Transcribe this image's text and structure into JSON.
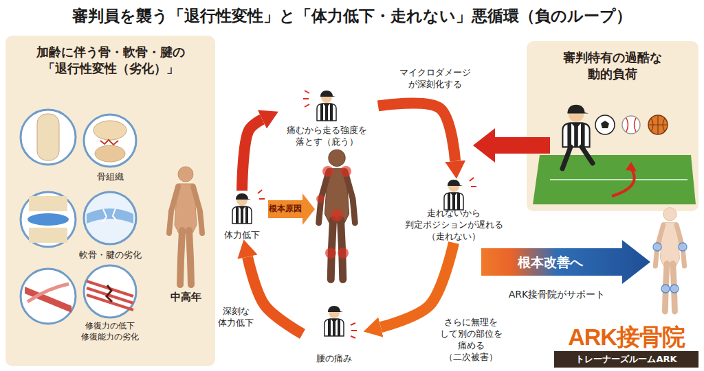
{
  "diagram": {
    "title": "審判員を襲う「退行性変性」と「体力低下・走れない」悪循環（負のループ）",
    "nodes": [
      {
        "text": [
          "加齢に伴う骨・軟骨・腱の「退行性変性（劣化）」"
        ]
      },
      {
        "text": [
          "痛むから走る強度を落とす（庇う）"
        ]
      },
      {
        "text": [
          "体力低下"
        ]
      },
      {
        "text": [
          "走れないから判定ポジションが遅れる（走れない）"
        ]
      },
      {
        "text": [
          "腰の痛み"
        ]
      },
      {
        "text": [
          "審判特有の過酷な動的負荷"
        ]
      },
      {
        "text": [
          "ARK接骨院",
          "トレーナーズルームARK"
        ]
      }
    ],
    "edges": [
      {
        "from": 1,
        "to": 3,
        "label": "マイクロダメージが深刻化する",
        "arrow": "to"
      },
      {
        "from": 3,
        "to": 4,
        "label": "さらに無理をして別の部位を痛める（二次被害）",
        "arrow": "to"
      },
      {
        "from": 4,
        "to": 2,
        "label": "深刻な体力低下",
        "arrow": "to"
      },
      {
        "from": 2,
        "to": 1,
        "arrow": "to"
      }
    ],
    "labels": [
      "骨組織",
      "軟骨・腱の劣化",
      "修復力の低下 修復能力の劣化",
      "中高年",
      "根本原因",
      "根本改善へ",
      "ARK接骨院がサポート"
    ]
  }
}
